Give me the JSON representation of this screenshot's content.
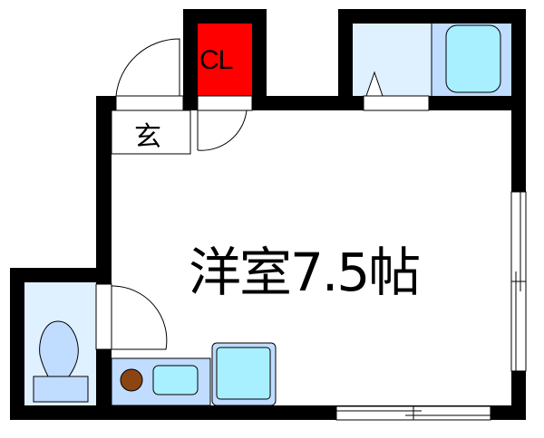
{
  "floor_plan": {
    "main_room": {
      "label": "洋室7.5帖",
      "type": "western-style room",
      "size_jo": 7.5
    },
    "closet": {
      "label": "CL",
      "fill": "#ff0000"
    },
    "entrance": {
      "label": "玄"
    },
    "bathroom": {
      "fill_left": "#dff0ff",
      "fill_right": "#c0dcff",
      "tub_fill": "#a8f0ff"
    },
    "toilet": {
      "fill": "#dff0ff",
      "fixture_fill": "#c0dcff"
    },
    "kitchen": {
      "counter_fill": "#c0dcff",
      "sink_fill": "#a8f0ff",
      "burner_fill": "#8b4513"
    },
    "washer": {
      "fill": "#c0dcff",
      "inner_fill": "#a8f0ff"
    },
    "colors": {
      "wall": "#000000",
      "background": "#ffffff"
    }
  }
}
